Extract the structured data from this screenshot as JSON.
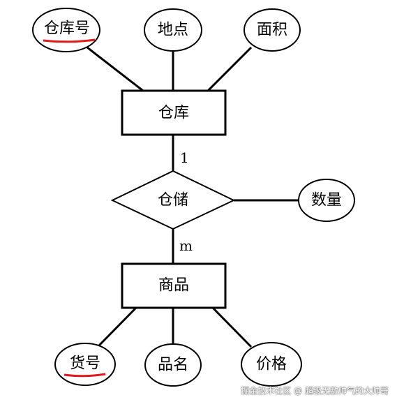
{
  "entities": {
    "warehouse": "仓库",
    "goods": "商品"
  },
  "relationship": {
    "name": "仓储",
    "card_warehouse": "1",
    "card_goods": "m"
  },
  "attributes": {
    "warehouse_no": "仓库号",
    "location": "地点",
    "area": "面积",
    "quantity": "数量",
    "goods_no": "货号",
    "goods_name": "品名",
    "price": "价格"
  },
  "colors": {
    "stroke": "#000000",
    "primary_key_underline": "#e01a1a"
  },
  "watermark": "掘金技术社区 @ 超级无敌帅气的大帅哥"
}
